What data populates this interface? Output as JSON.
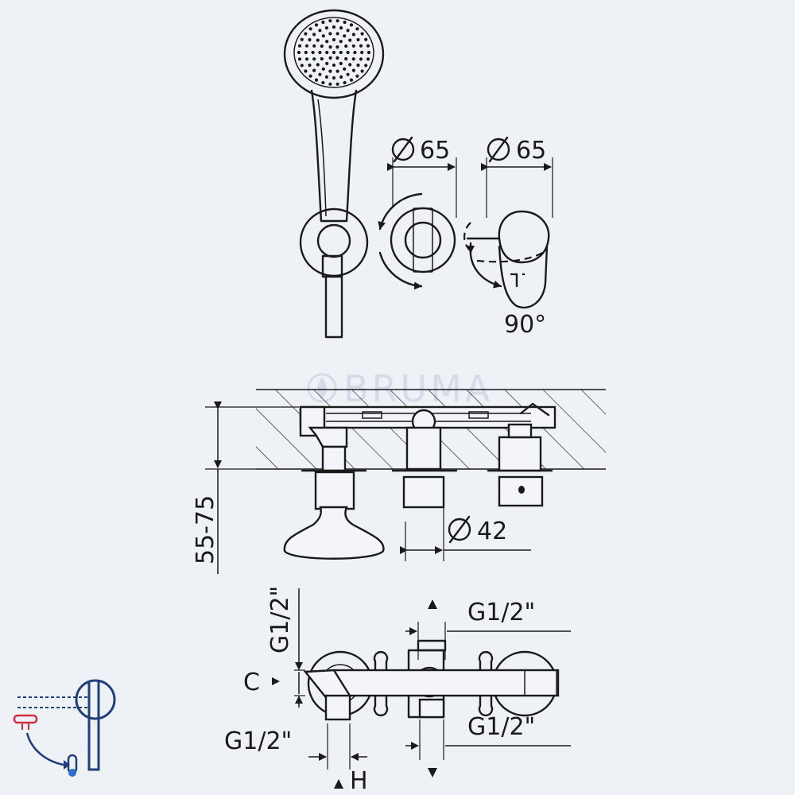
{
  "watermark": {
    "brand": "BRUMA"
  },
  "dimensions": {
    "diameter_handle_1": "65",
    "diameter_handle_2": "65",
    "rotation_angle": "90°",
    "install_depth": "55-75",
    "diameter_body": "42",
    "thread_vertical_left": "G1/2\"",
    "thread_top_right": "G1/2\"",
    "thread_bottom_left": "G1/2\"",
    "thread_bottom_right": "G1/2\"",
    "label_c": "C",
    "label_h": "H"
  },
  "colors": {
    "background": "#eef1f6",
    "line": "#1a1a1a",
    "icon_blue": "#1f3f7a",
    "icon_red": "#d1323a",
    "watermark": "#d3dce8"
  },
  "icons": [
    "hand-shower-icon",
    "thermostat-mixer-icon",
    "diameter-symbol-icon"
  ]
}
